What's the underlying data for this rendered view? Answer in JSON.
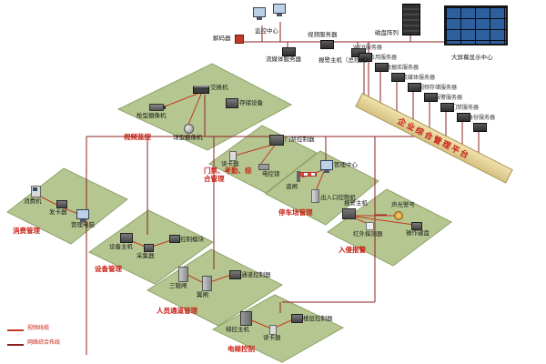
{
  "diagram": {
    "platform_bar_label": "企业综合管理平台",
    "center": {
      "monitor_center_label": "监控中心",
      "decoder_label": "解码器",
      "disk_array_label": "磁盘阵列",
      "tv_wall_label": "大屏幕显示中心",
      "stream_server_label": "流媒体服务器",
      "video_server_label": "视频服务器",
      "alarm_host_label": "报警主机（总线式）"
    },
    "servers": [
      {
        "label": "WEB服务器"
      },
      {
        "label": "应用服务器"
      },
      {
        "label": "数据库服务器"
      },
      {
        "label": "流媒体服务器"
      },
      {
        "label": "视频存储服务器"
      },
      {
        "label": "报警服务器"
      },
      {
        "label": "门禁服务器"
      },
      {
        "label": "备份服务器"
      }
    ],
    "platforms": [
      {
        "label": "视频监控",
        "devices": [
          {
            "label": "交换机"
          },
          {
            "label": "存储设备"
          },
          {
            "label": "枪型摄像机"
          },
          {
            "label": "球型摄像机"
          }
        ]
      },
      {
        "label": "门禁、考勤、综合管理",
        "devices": [
          {
            "label": "门禁控制器"
          },
          {
            "label": "读卡器"
          },
          {
            "label": "电控锁"
          }
        ]
      },
      {
        "label": "停车场管理",
        "devices": [
          {
            "label": "管理中心"
          },
          {
            "label": "道闸"
          },
          {
            "label": "出入口控制机"
          }
        ]
      },
      {
        "label": "入侵报警",
        "devices": [
          {
            "label": "报警主机"
          },
          {
            "label": "红外探测器"
          },
          {
            "label": "声光警号"
          },
          {
            "label": "操作键盘"
          }
        ]
      },
      {
        "label": "消费管理",
        "devices": [
          {
            "label": "消费机"
          },
          {
            "label": "发卡器"
          },
          {
            "label": "管理电脑"
          }
        ]
      },
      {
        "label": "设备管理",
        "devices": [
          {
            "label": "设备主机"
          },
          {
            "label": "采集器"
          },
          {
            "label": "控制模块"
          }
        ]
      },
      {
        "label": "人员通道管理",
        "devices": [
          {
            "label": "三辊闸"
          },
          {
            "label": "翼闸"
          },
          {
            "label": "通道控制器"
          }
        ]
      },
      {
        "label": "电梯控制",
        "devices": [
          {
            "label": "梯控主机"
          },
          {
            "label": "读卡器"
          },
          {
            "label": "楼层控制器"
          }
        ]
      }
    ],
    "legend": [
      {
        "label": "视频线缆"
      },
      {
        "label": "网络综合布线"
      }
    ],
    "colors": {
      "video_line": "#c23b22",
      "network_line": "#8b2323",
      "platform_green": "#b5c690",
      "bar_tan": "#e6d79e",
      "accent_red": "#c81e14"
    }
  }
}
